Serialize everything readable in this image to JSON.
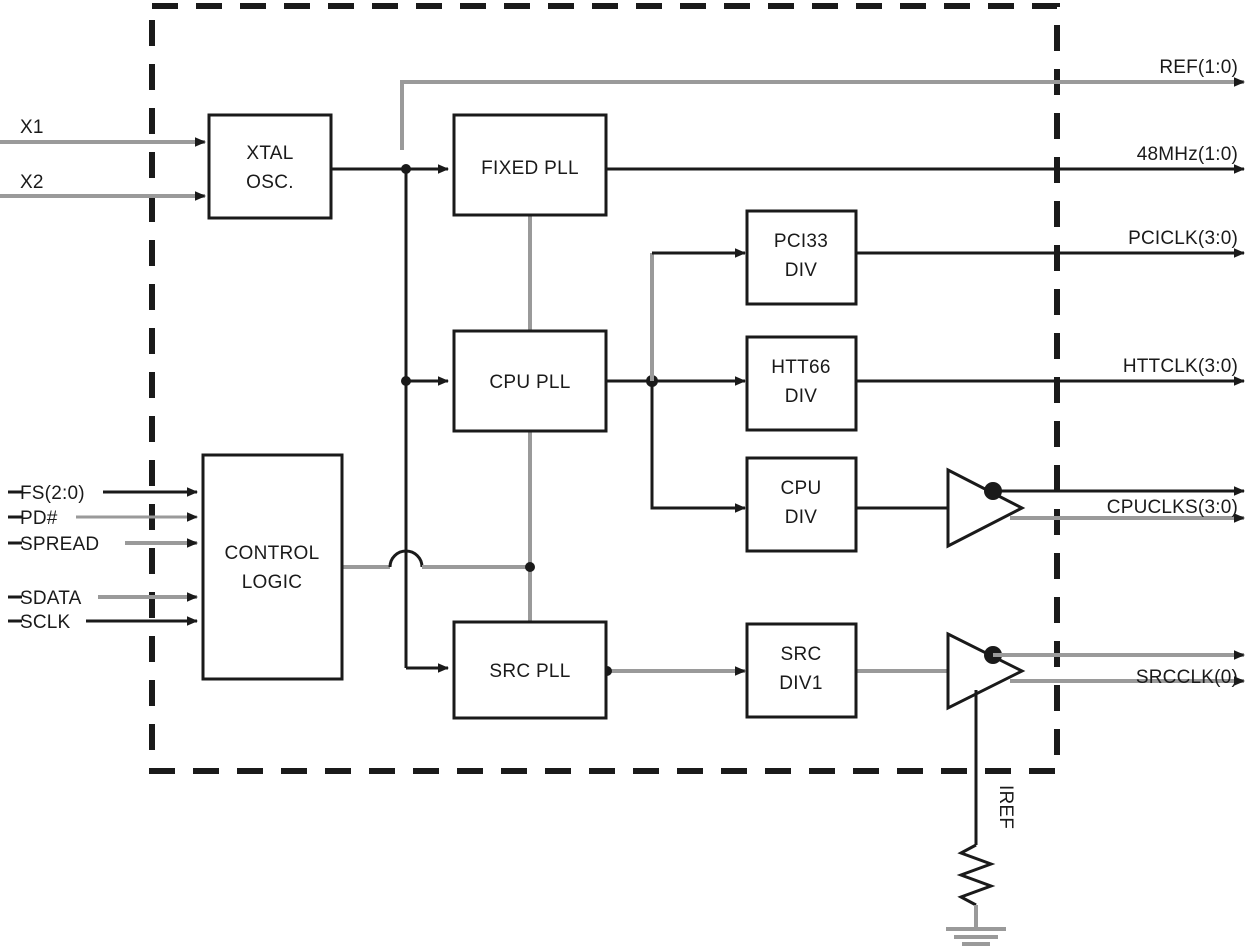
{
  "diagram": {
    "title": "Clock generator block diagram",
    "colors": {
      "line_dark": "#1a1a1a",
      "line_gray": "#9a9a9a",
      "background": "#ffffff"
    },
    "blocks": [
      {
        "id": "xtal",
        "line1": "XTAL",
        "line2": "OSC."
      },
      {
        "id": "control",
        "line1": "CONTROL",
        "line2": "LOGIC"
      },
      {
        "id": "fixedpll",
        "line1": "FIXED PLL",
        "line2": ""
      },
      {
        "id": "cpupll",
        "line1": "CPU PLL",
        "line2": ""
      },
      {
        "id": "srcpll",
        "line1": "SRC PLL",
        "line2": ""
      },
      {
        "id": "pci33",
        "line1": "PCI33",
        "line2": "DIV"
      },
      {
        "id": "htt66",
        "line1": "HTT66",
        "line2": "DIV"
      },
      {
        "id": "cpudiv",
        "line1": "CPU",
        "line2": "DIV"
      },
      {
        "id": "srcdiv1",
        "line1": "SRC",
        "line2": "DIV1"
      }
    ],
    "inputs": [
      {
        "id": "x1",
        "label": "X1"
      },
      {
        "id": "x2",
        "label": "X2"
      },
      {
        "id": "fs",
        "label": "FS(2:0)"
      },
      {
        "id": "pd",
        "label": "PD#"
      },
      {
        "id": "spread",
        "label": "SPREAD"
      },
      {
        "id": "sdata",
        "label": "SDATA"
      },
      {
        "id": "sclk",
        "label": "SCLK"
      }
    ],
    "outputs": [
      {
        "id": "ref",
        "label": "REF(1:0)"
      },
      {
        "id": "mhz48",
        "label": "48MHz(1:0)"
      },
      {
        "id": "pciclk",
        "label": "PCICLK(3:0)"
      },
      {
        "id": "httclk",
        "label": "HTTCLK(3:0)"
      },
      {
        "id": "cpuclks",
        "label": "CPUCLKS(3:0)"
      },
      {
        "id": "srcclk",
        "label": "SRCCLK(0)"
      }
    ],
    "annotations": [
      {
        "id": "iref",
        "label": "IREF"
      }
    ]
  }
}
